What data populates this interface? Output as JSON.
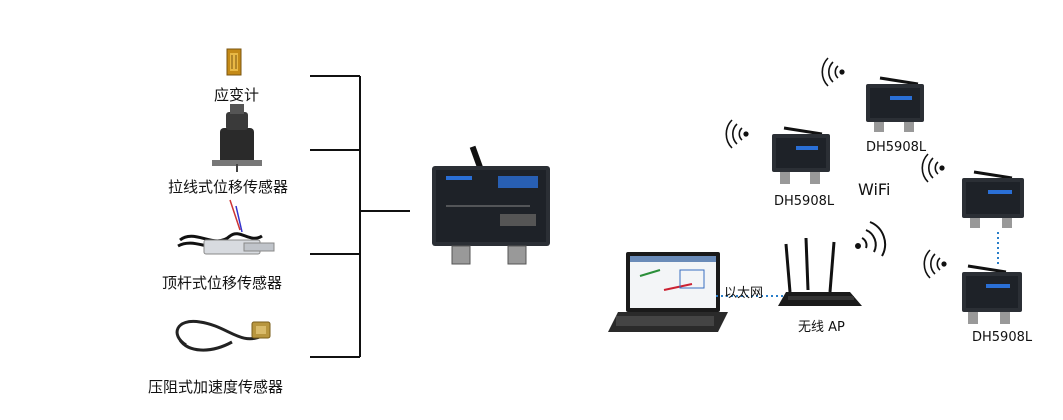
{
  "sensors": [
    {
      "label": "应变计",
      "icon": "strain-gauge-icon"
    },
    {
      "label": "拉线式位移传感器",
      "icon": "wire-displacement-sensor-icon"
    },
    {
      "label": "顶杆式位移传感器",
      "icon": "rod-displacement-sensor-icon"
    },
    {
      "label": "压阻式加速度传感器",
      "icon": "piezoresistive-accelerometer-icon"
    }
  ],
  "network": {
    "ethernet_label": "以太网",
    "ap_label": "无线 AP",
    "wifi_label": "WiFi",
    "node_label": "DH5908L"
  },
  "colors": {
    "device_body": "#2b2f35",
    "device_panel": "#1e2228",
    "accent_blue": "#2a6fd6",
    "dotted_link": "#2a7fc9"
  }
}
